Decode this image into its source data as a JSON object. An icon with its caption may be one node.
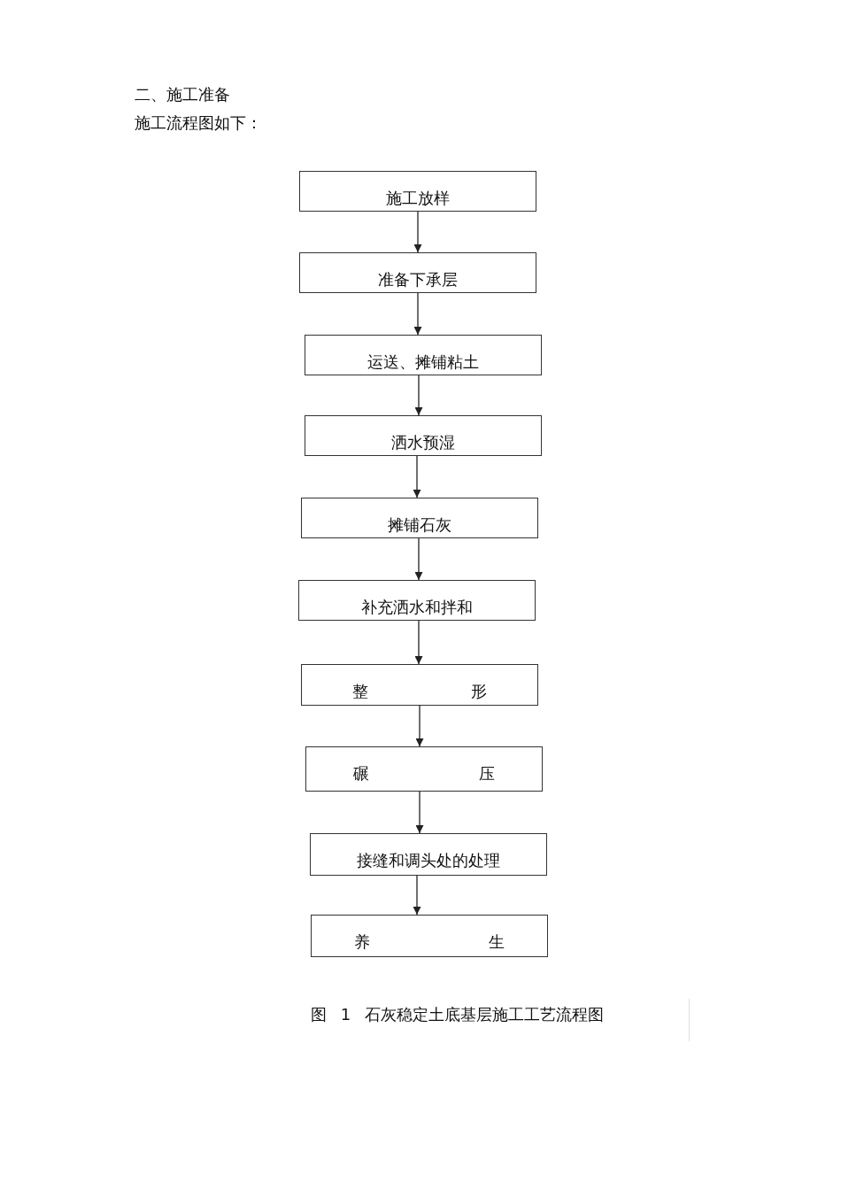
{
  "diagram": {
    "title": "二、施工准备",
    "labels": [
      "施工流程图如下："
    ],
    "nodes": [
      {
        "text": [
          "施工放样"
        ]
      },
      {
        "text": [
          "准备下承层"
        ]
      },
      {
        "text": [
          "运送、摊铺粘土"
        ]
      },
      {
        "text": [
          "洒水预湿"
        ]
      },
      {
        "text": [
          "摊铺石灰"
        ]
      },
      {
        "text": [
          "补充洒水和拌和"
        ]
      },
      {
        "text": [
          "整 形"
        ]
      },
      {
        "text": [
          "碾 压"
        ]
      },
      {
        "text": [
          "接缝和调头处的处理"
        ]
      },
      {
        "text": [
          "养 生"
        ]
      }
    ],
    "edges": [
      {
        "from": 0,
        "to": 1,
        "arrow": "to"
      },
      {
        "from": 1,
        "to": 2,
        "arrow": "to"
      },
      {
        "from": 2,
        "to": 3,
        "arrow": "to"
      },
      {
        "from": 3,
        "to": 4,
        "arrow": "to"
      },
      {
        "from": 4,
        "to": 5,
        "arrow": "to"
      },
      {
        "from": 5,
        "to": 6,
        "arrow": "to"
      },
      {
        "from": 6,
        "to": 7,
        "arrow": "to"
      },
      {
        "from": 7,
        "to": 8,
        "arrow": "to"
      },
      {
        "from": 8,
        "to": 9,
        "arrow": "to"
      }
    ],
    "caption": "图 1 石灰稳定土底基层施工工艺流程图"
  }
}
